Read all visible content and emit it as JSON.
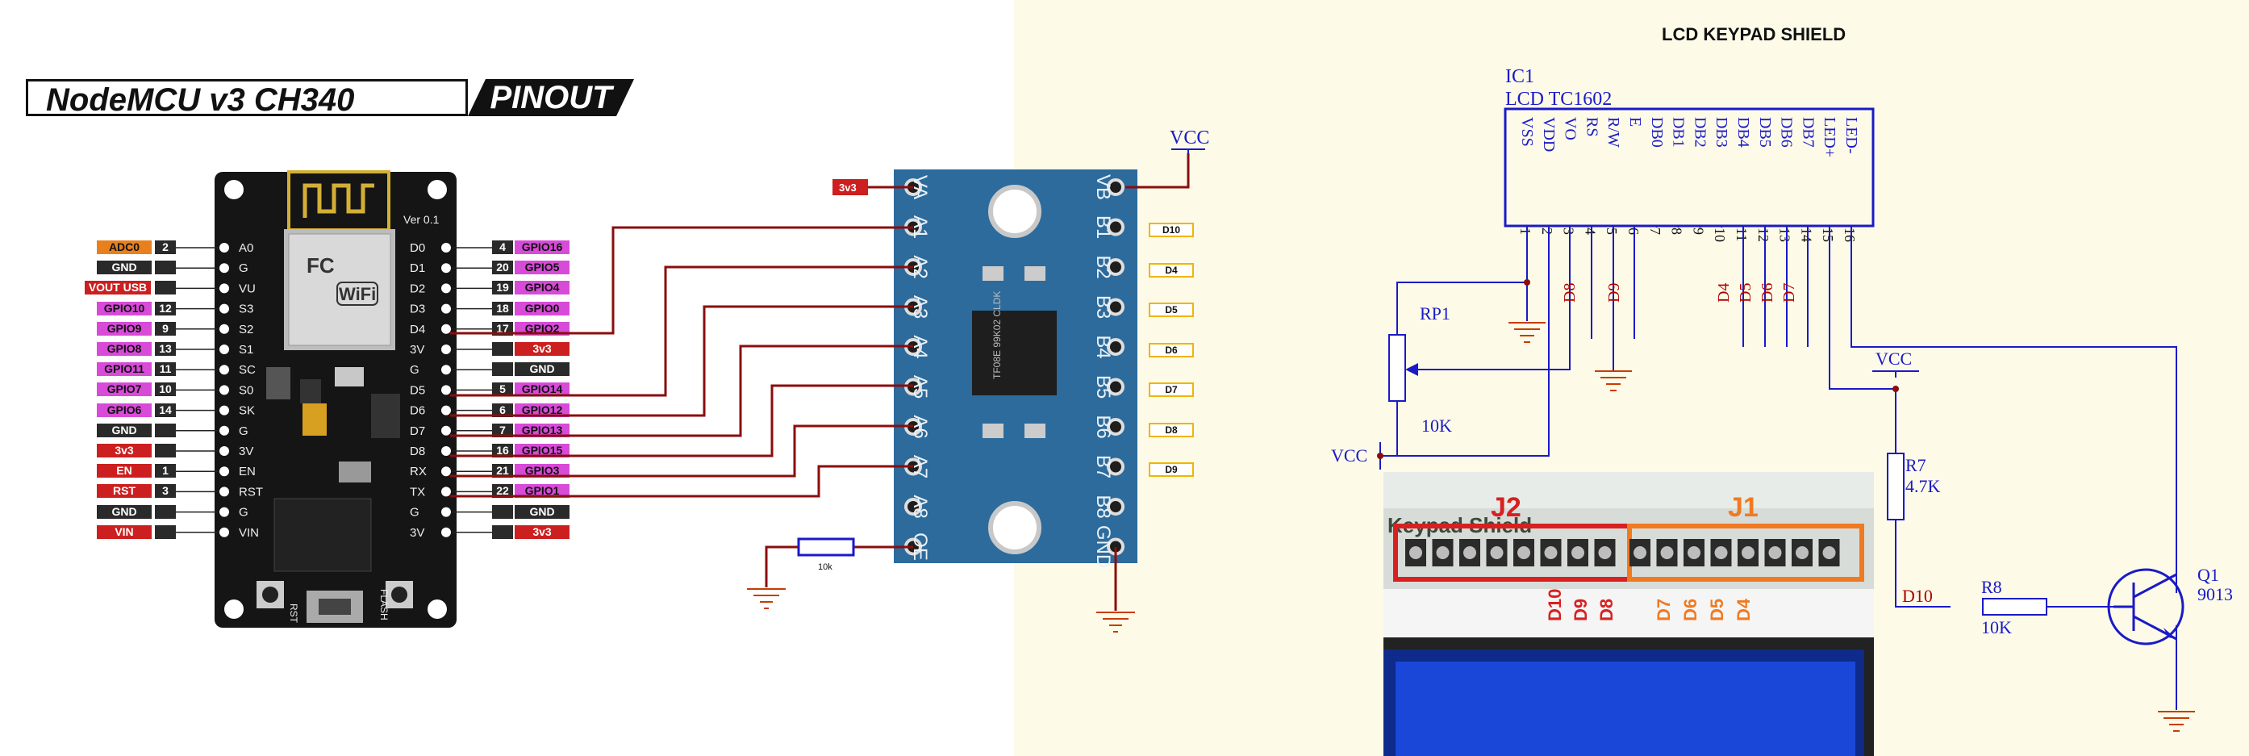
{
  "banner": {
    "title": "NodeMCU v3 CH340",
    "badge": "PINOUT"
  },
  "left_pins": [
    {
      "fn": "ADC0",
      "num": "2",
      "kind": "adc",
      "board": "A0"
    },
    {
      "fn": "GND",
      "num": "",
      "kind": "gnd",
      "board": "G"
    },
    {
      "fn": "VOUT USB",
      "num": "",
      "kind": "pwr",
      "board": "VU"
    },
    {
      "fn": "GPIO10",
      "num": "12",
      "kind": "gpio",
      "board": "S3"
    },
    {
      "fn": "GPIO9",
      "num": "9",
      "kind": "gpio",
      "board": "S2"
    },
    {
      "fn": "GPIO8",
      "num": "13",
      "kind": "gpio",
      "board": "S1"
    },
    {
      "fn": "GPIO11",
      "num": "11",
      "kind": "gpio",
      "board": "SC"
    },
    {
      "fn": "GPIO7",
      "num": "10",
      "kind": "gpio",
      "board": "S0"
    },
    {
      "fn": "GPIO6",
      "num": "14",
      "kind": "gpio",
      "board": "SK"
    },
    {
      "fn": "GND",
      "num": "",
      "kind": "gnd",
      "board": "G"
    },
    {
      "fn": "3v3",
      "num": "",
      "kind": "pwr",
      "board": "3V"
    },
    {
      "fn": "EN",
      "num": "1",
      "kind": "pwr",
      "board": "EN"
    },
    {
      "fn": "RST",
      "num": "3",
      "kind": "pwr",
      "board": "RST"
    },
    {
      "fn": "GND",
      "num": "",
      "kind": "gnd",
      "board": "G"
    },
    {
      "fn": "VIN",
      "num": "",
      "kind": "pwr",
      "board": "VIN"
    }
  ],
  "right_pins": [
    {
      "fn": "GPIO16",
      "num": "4",
      "kind": "gpio",
      "board": "D0"
    },
    {
      "fn": "GPIO5",
      "num": "20",
      "kind": "gpio",
      "board": "D1"
    },
    {
      "fn": "GPIO4",
      "num": "19",
      "kind": "gpio",
      "board": "D2"
    },
    {
      "fn": "GPIO0",
      "num": "18",
      "kind": "gpio",
      "board": "D3"
    },
    {
      "fn": "GPIO2",
      "num": "17",
      "kind": "gpio",
      "board": "D4"
    },
    {
      "fn": "3v3",
      "num": "",
      "kind": "pwr",
      "board": "3V"
    },
    {
      "fn": "GND",
      "num": "",
      "kind": "gnd",
      "board": "G"
    },
    {
      "fn": "GPIO14",
      "num": "5",
      "kind": "gpio",
      "board": "D5"
    },
    {
      "fn": "GPIO12",
      "num": "6",
      "kind": "gpio",
      "board": "D6"
    },
    {
      "fn": "GPIO13",
      "num": "7",
      "kind": "gpio",
      "board": "D7"
    },
    {
      "fn": "GPIO15",
      "num": "16",
      "kind": "gpio",
      "board": "D8"
    },
    {
      "fn": "GPIO3",
      "num": "21",
      "kind": "gpio",
      "board": "RX"
    },
    {
      "fn": "GPIO1",
      "num": "22",
      "kind": "gpio",
      "board": "TX"
    },
    {
      "fn": "GND",
      "num": "",
      "kind": "gnd",
      "board": "G"
    },
    {
      "fn": "3v3",
      "num": "",
      "kind": "pwr",
      "board": "3V"
    }
  ],
  "board_text": {
    "module_brand": "FC",
    "module_wifi": "WiFi",
    "version": "Ver 0.1",
    "btn_rst": "RST",
    "btn_flash": "FLASH"
  },
  "shifter": {
    "a_side": [
      "VA",
      "A1",
      "A2",
      "A3",
      "A4",
      "A5",
      "A6",
      "A7",
      "A8",
      "OE"
    ],
    "b_side": [
      "VB",
      "B1",
      "B2",
      "B3",
      "B4",
      "B5",
      "B6",
      "B7",
      "B8",
      "GND"
    ],
    "chip_text": "TF08E 99K02 CLDK",
    "vcc_label": "VCC",
    "v3_label": "3v3",
    "resistor_label": "10k",
    "b_tags": [
      "D10",
      "D4",
      "D5",
      "D6",
      "D7",
      "D8",
      "D9"
    ]
  },
  "lcd": {
    "title": "LCD KEYPAD SHIELD",
    "ic_ref": "IC1",
    "ic_name": "LCD TC1602",
    "pins": [
      "VSS",
      "VDD",
      "VO",
      "RS",
      "R/W",
      "E",
      "DB0",
      "DB1",
      "DB2",
      "DB3",
      "DB4",
      "DB5",
      "DB6",
      "DB7",
      "LED+",
      "LED-"
    ],
    "pin_nums": [
      "1",
      "2",
      "3",
      "4",
      "5",
      "6",
      "7",
      "8",
      "9",
      "10",
      "11",
      "12",
      "13",
      "14",
      "15",
      "16"
    ],
    "wire_labels": [
      "D8",
      "D9",
      "D4",
      "D5",
      "D6",
      "D7"
    ],
    "rp1": "RP1",
    "rp1_val": "10K",
    "vcc": "VCC",
    "vcc2": "VCC",
    "r7": "R7",
    "r7_val": "4.7K",
    "r8": "R8",
    "r8_val": "10K",
    "d10": "D10",
    "q1": "Q1",
    "q1_val": "9013"
  },
  "photo": {
    "j2": "J2",
    "j1": "J1",
    "j2_labels": [
      "D10",
      "D9",
      "D8"
    ],
    "j1_labels": [
      "D7",
      "D6",
      "D5",
      "D4"
    ],
    "silkscreen": "Keypad Shield"
  },
  "colors": {
    "wire_red": "#8b0d0d",
    "schem_blue": "#1a1ac8",
    "board_black": "#151515",
    "pcb_blue": "#2d6b9c",
    "label_red": "#cc1f1f",
    "gpio_pink": "#d84ad8",
    "adc_orange": "#e8801e",
    "tag_yellow": "#f0b400"
  }
}
